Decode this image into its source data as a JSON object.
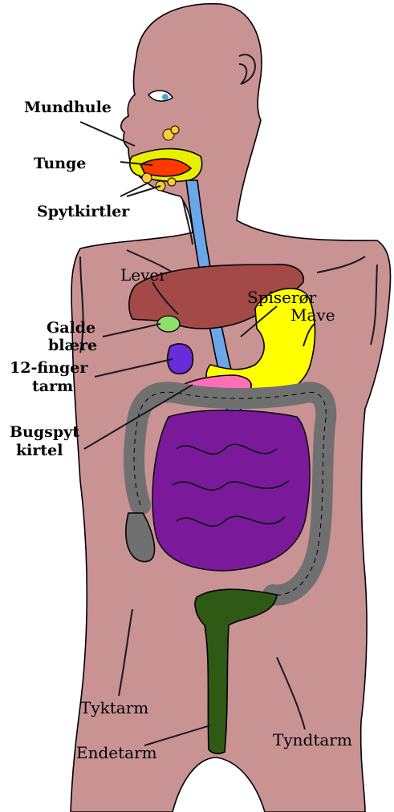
{
  "labels": {
    "mundhule": "Mundhule",
    "tunge": "Tunge",
    "spytkirtler": "Spytkirtler",
    "spiseror": "Spiserør",
    "lever": "Lever",
    "mave": "Mave",
    "galde_line1": "Galde",
    "galde_line2": "blære",
    "finger_line1": "12-finger",
    "finger_line2": "tarm",
    "bugspyt_line1": "Bugspyt",
    "bugspyt_line2": "kirtel",
    "tyktarm": "Tyktarm",
    "endetarm": "Endetarm",
    "tyndtarm": "Tyndtarm"
  },
  "colors": {
    "skin": "#c99293",
    "liver": "#a34a48",
    "esophagus": "#6aa6e8",
    "stomach": "#ffff00",
    "gallbladder": "#8fe06a",
    "duodenum": "#6a2bd8",
    "pancreas": "#ff6fb5",
    "large_intestine": "#707070",
    "small_intestine": "#7a1a9a",
    "rectum": "#2f5a16",
    "mouth_yellow": "#e8f000",
    "tongue": "#ff3a00",
    "saliva_gland": "#ffcc33"
  }
}
